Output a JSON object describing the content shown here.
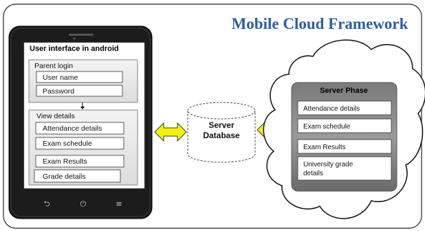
{
  "title": "Mobile Cloud Framework",
  "phone": {
    "header": "User interface in android",
    "login": {
      "title": "Parent login",
      "fields": [
        "User name",
        "Password"
      ]
    },
    "view": {
      "title": "View details",
      "items": [
        "Attendance details",
        "Exam schedule",
        "Exam Results",
        "Grade details"
      ]
    },
    "nav": {
      "back_icon": "back-icon",
      "home_icon": "power-icon",
      "menu_icon": "menu-icon",
      "back_glyph": "⮌",
      "home_glyph": "⏻",
      "menu_glyph": "≡"
    }
  },
  "database": {
    "line1": "Server",
    "line2": "Database"
  },
  "server": {
    "title": "Server Phase",
    "items": [
      "Attendance details",
      "Exam schedule",
      "Exam Results",
      "University grade",
      "details"
    ]
  },
  "colors": {
    "title": "#2c5fa0",
    "arrow_fill": "#f4f200",
    "phone_body": "#1c1c1c"
  }
}
